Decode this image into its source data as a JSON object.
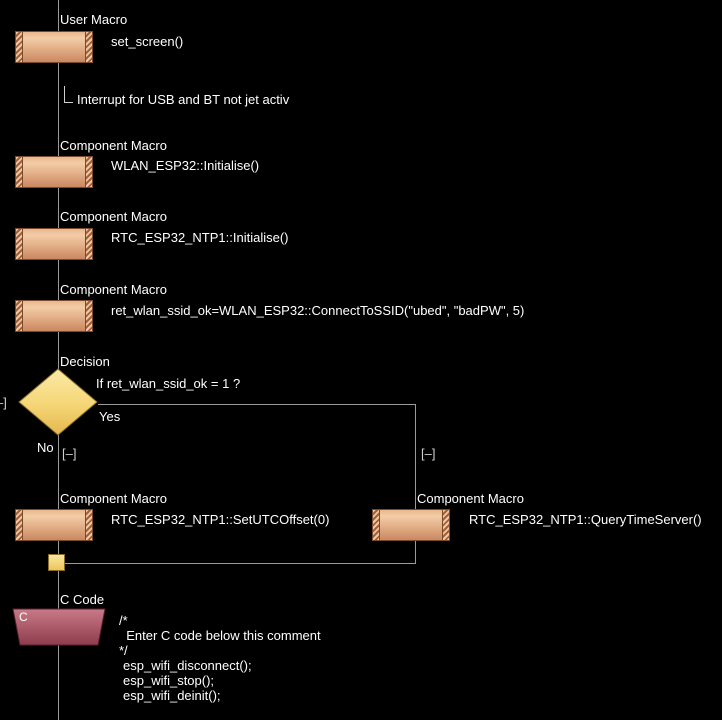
{
  "steps": [
    {
      "type": "User Macro",
      "text": "set_screen()"
    },
    {
      "type": "Component Macro",
      "text": "WLAN_ESP32::Initialise()"
    },
    {
      "type": "Component Macro",
      "text": "RTC_ESP32_NTP1::Initialise()"
    },
    {
      "type": "Component Macro",
      "text": "ret_wlan_ssid_ok=WLAN_ESP32::ConnectToSSID(\"ubed\", \"badPW\", 5)"
    }
  ],
  "comment": {
    "text": "Interrupt for USB and BT not jet activ"
  },
  "decision": {
    "type": "Decision",
    "condition": "If  ret_wlan_ssid_ok = 1 ?",
    "yes_label": "Yes",
    "no_label": "No",
    "collapse_left": "[–]",
    "collapse_right": "[–]",
    "collapse_outer": "–]"
  },
  "branch_no": {
    "type": "Component Macro",
    "text": "RTC_ESP32_NTP1::SetUTCOffset(0)"
  },
  "branch_yes": {
    "type": "Component Macro",
    "text": "RTC_ESP32_NTP1::QueryTimeServer()"
  },
  "ccode": {
    "type": "C Code",
    "icon_letter": "C",
    "lines": [
      "/*",
      "  Enter C code below this comment",
      "*/",
      "esp_wifi_disconnect();",
      "esp_wifi_stop();",
      "esp_wifi_deinit();"
    ]
  },
  "colors": {
    "background": "#000000",
    "connector": "#9a9a9a",
    "macro_fill": "#e9b68a",
    "decision_fill": "#f6d87a",
    "ccode_fill": "#b05868",
    "junction_fill": "#f4d67a"
  }
}
